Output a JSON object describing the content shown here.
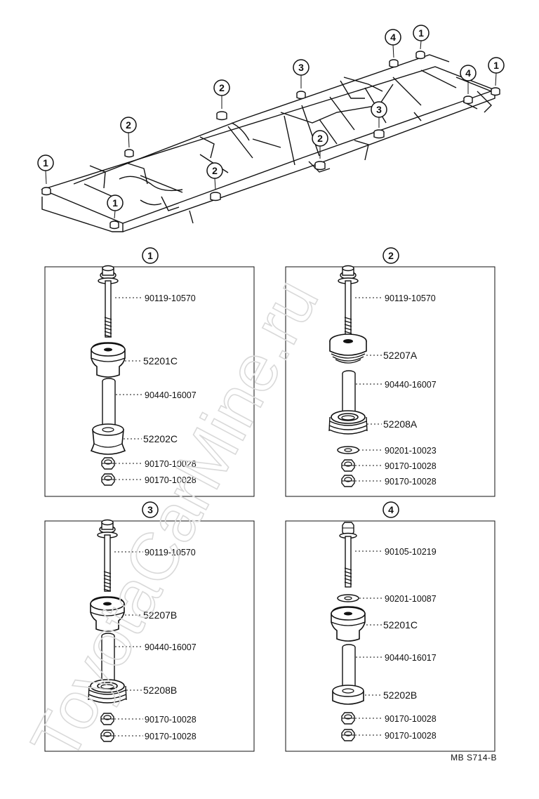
{
  "frame_callouts": [
    {
      "num": "1"
    },
    {
      "num": "2"
    },
    {
      "num": "2"
    },
    {
      "num": "3"
    },
    {
      "num": "4"
    },
    {
      "num": "1"
    },
    {
      "num": "4"
    },
    {
      "num": "1"
    },
    {
      "num": "3"
    },
    {
      "num": "2"
    },
    {
      "num": "2"
    },
    {
      "num": "1"
    }
  ],
  "panels": [
    {
      "num": "1",
      "labels": [
        "90119-10570",
        "52201C",
        "90440-16007",
        "52202C",
        "90170-10028",
        "90170-10028"
      ]
    },
    {
      "num": "2",
      "labels": [
        "90119-10570",
        "52207A",
        "90440-16007",
        "52208A",
        "90201-10023",
        "90170-10028",
        "90170-10028"
      ]
    },
    {
      "num": "3",
      "labels": [
        "90119-10570",
        "52207B",
        "90440-16007",
        "52208B",
        "90170-10028",
        "90170-10028"
      ]
    },
    {
      "num": "4",
      "labels": [
        "90105-10219",
        "90201-10087",
        "52201C",
        "90440-16017",
        "52202B",
        "90170-10028",
        "90170-10028"
      ]
    }
  ],
  "watermark": "ToyotaCarMine.ru",
  "diagram_code": "MB S714-B"
}
